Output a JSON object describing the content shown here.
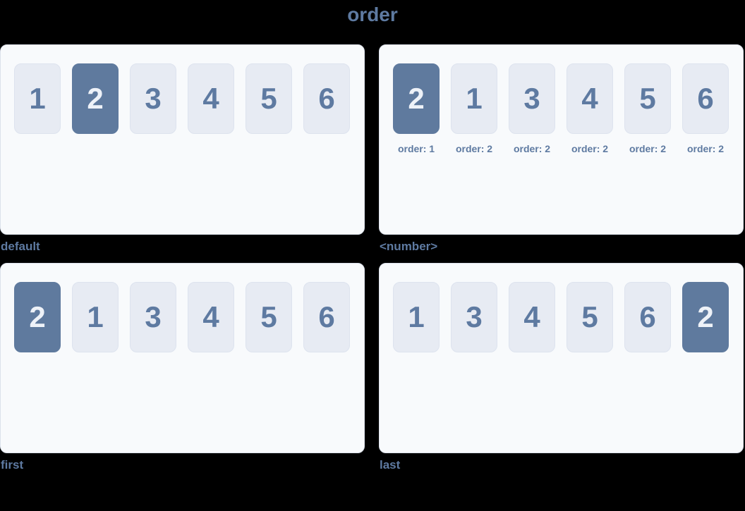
{
  "page_title": "order",
  "colors": {
    "background": "#000000",
    "panel_bg": "#f8fafc",
    "panel_border": "#dbe1eb",
    "box_bg": "#e7ebf3",
    "box_border": "#dde3ee",
    "accent": "#5f7a9e",
    "text": "#5e7aa1",
    "highlight_text": "#eef2f8"
  },
  "panels": [
    {
      "caption": "default",
      "boxes": [
        {
          "label": "1",
          "highlighted": false
        },
        {
          "label": "2",
          "highlighted": true
        },
        {
          "label": "3",
          "highlighted": false
        },
        {
          "label": "4",
          "highlighted": false
        },
        {
          "label": "5",
          "highlighted": false
        },
        {
          "label": "6",
          "highlighted": false
        }
      ]
    },
    {
      "caption": "<number>",
      "boxes": [
        {
          "label": "2",
          "highlighted": true,
          "sublabel": "order: 1"
        },
        {
          "label": "1",
          "highlighted": false,
          "sublabel": "order: 2"
        },
        {
          "label": "3",
          "highlighted": false,
          "sublabel": "order: 2"
        },
        {
          "label": "4",
          "highlighted": false,
          "sublabel": "order: 2"
        },
        {
          "label": "5",
          "highlighted": false,
          "sublabel": "order: 2"
        },
        {
          "label": "6",
          "highlighted": false,
          "sublabel": "order: 2"
        }
      ]
    },
    {
      "caption": "first",
      "boxes": [
        {
          "label": "2",
          "highlighted": true
        },
        {
          "label": "1",
          "highlighted": false
        },
        {
          "label": "3",
          "highlighted": false
        },
        {
          "label": "4",
          "highlighted": false
        },
        {
          "label": "5",
          "highlighted": false
        },
        {
          "label": "6",
          "highlighted": false
        }
      ]
    },
    {
      "caption": "last",
      "boxes": [
        {
          "label": "1",
          "highlighted": false
        },
        {
          "label": "3",
          "highlighted": false
        },
        {
          "label": "4",
          "highlighted": false
        },
        {
          "label": "5",
          "highlighted": false
        },
        {
          "label": "6",
          "highlighted": false
        },
        {
          "label": "2",
          "highlighted": true
        }
      ]
    }
  ]
}
